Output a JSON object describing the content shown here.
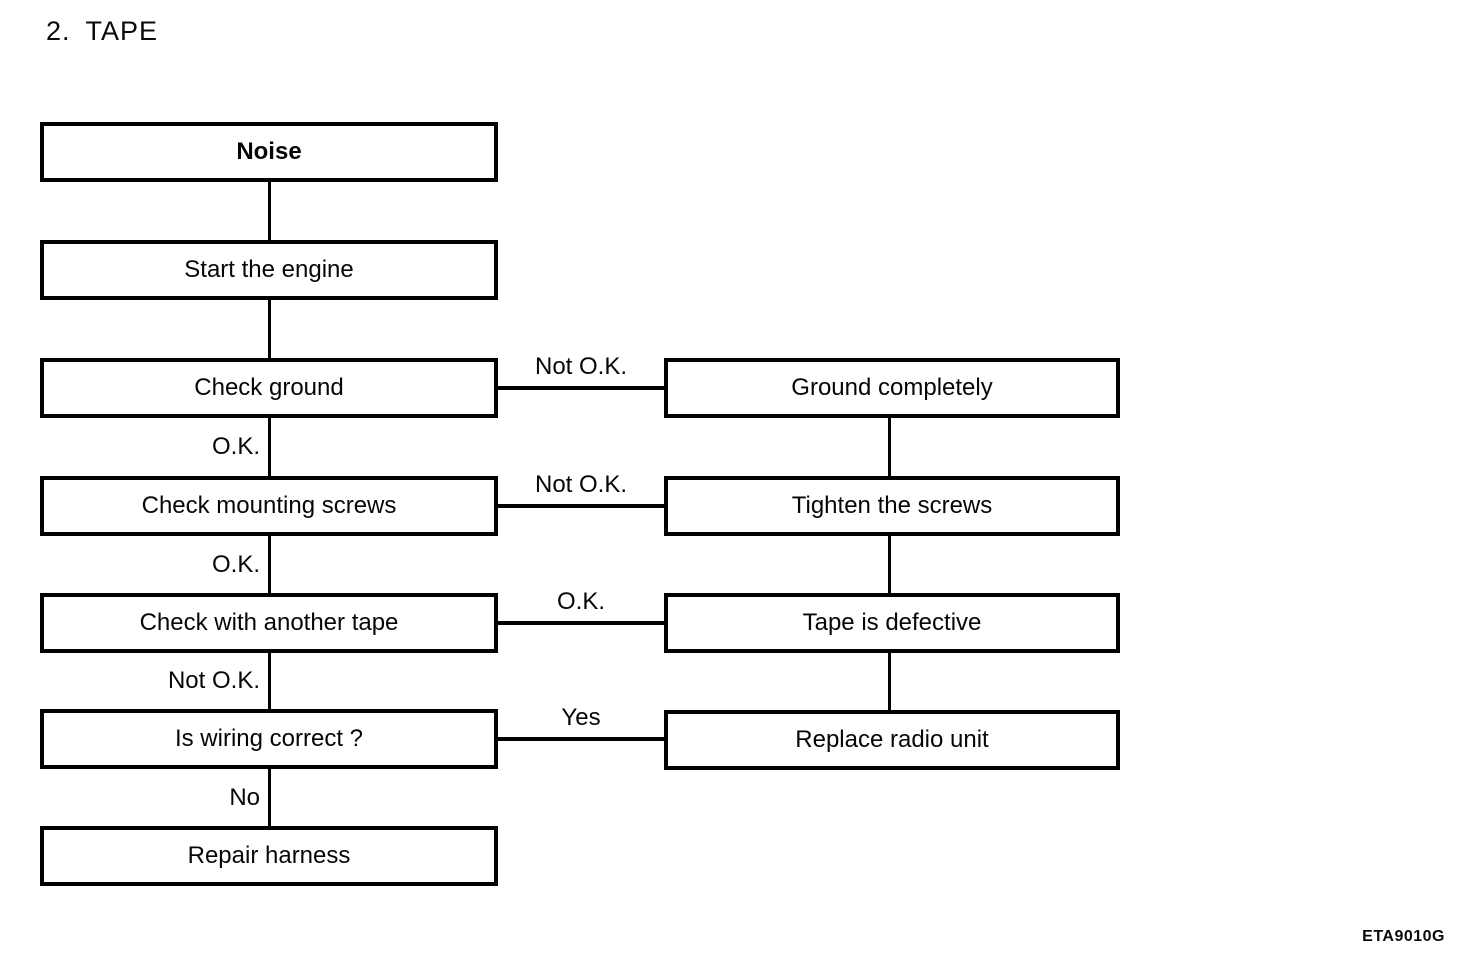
{
  "page": {
    "title": "2. TAPE",
    "figure_code": "ETA9010G"
  },
  "flowchart": {
    "nodes": {
      "noise": "Noise",
      "start_engine": "Start the engine",
      "check_ground": "Check ground",
      "check_mounting_screws": "Check mounting screws",
      "check_with_another_tape": "Check with another tape",
      "is_wiring_correct": "Is wiring correct ?",
      "repair_harness": "Repair harness",
      "ground_completely": "Ground completely",
      "tighten_the_screws": "Tighten the screws",
      "tape_is_defective": "Tape is defective",
      "replace_radio_unit": "Replace radio unit"
    },
    "edges": [
      {
        "from": "noise",
        "to": "start_engine",
        "label": ""
      },
      {
        "from": "start_engine",
        "to": "check_ground",
        "label": ""
      },
      {
        "from": "check_ground",
        "to": "check_mounting_screws",
        "label": "O.K."
      },
      {
        "from": "check_ground",
        "to": "ground_completely",
        "label": "Not O.K."
      },
      {
        "from": "check_mounting_screws",
        "to": "check_with_another_tape",
        "label": "O.K."
      },
      {
        "from": "check_mounting_screws",
        "to": "tighten_the_screws",
        "label": "Not O.K."
      },
      {
        "from": "check_with_another_tape",
        "to": "is_wiring_correct",
        "label": "Not O.K."
      },
      {
        "from": "check_with_another_tape",
        "to": "tape_is_defective",
        "label": "O.K."
      },
      {
        "from": "is_wiring_correct",
        "to": "repair_harness",
        "label": "No"
      },
      {
        "from": "is_wiring_correct",
        "to": "replace_radio_unit",
        "label": "Yes"
      },
      {
        "from": "ground_completely",
        "to": "tighten_the_screws",
        "label": ""
      },
      {
        "from": "tighten_the_screws",
        "to": "tape_is_defective",
        "label": ""
      },
      {
        "from": "tape_is_defective",
        "to": "replace_radio_unit",
        "label": ""
      }
    ]
  }
}
